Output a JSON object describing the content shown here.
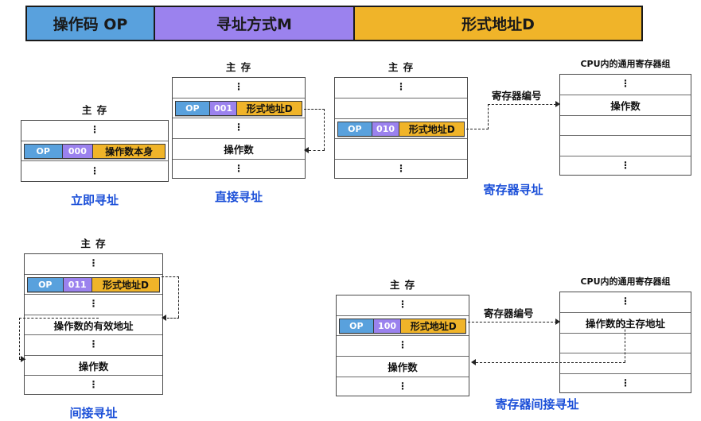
{
  "format_bar": {
    "segments": [
      {
        "key": "op",
        "label": "操作码 OP",
        "color": "#59a1dd"
      },
      {
        "key": "m",
        "label": "寻址方式M",
        "color": "#9b82ee"
      },
      {
        "key": "d",
        "label": "形式地址D",
        "color": "#f0b429"
      }
    ]
  },
  "labels": {
    "main_memory": "主 存",
    "register_file": "CPU内的通用寄存器组",
    "register_number": "寄存器编号",
    "vdots": "⋮"
  },
  "diagrams": {
    "immediate": {
      "caption": "立即寻址",
      "memory_title": "主 存",
      "rows": [
        "⋮",
        "instruction",
        "⋮"
      ],
      "instruction": {
        "op": "OP",
        "mode": "000",
        "addr": "操作数本身"
      }
    },
    "direct": {
      "caption": "直接寻址",
      "memory_title": "主 存",
      "rows": [
        "⋮",
        "instruction",
        "⋮",
        "操作数",
        "⋮"
      ],
      "instruction": {
        "op": "OP",
        "mode": "001",
        "addr": "形式地址D"
      },
      "operand_label": "操作数"
    },
    "register": {
      "caption": "寄存器寻址",
      "memory_title": "主 存",
      "register_title": "CPU内的通用寄存器组",
      "edge_label": "寄存器编号",
      "memory_rows": [
        "⋮",
        "",
        "instruction",
        "",
        "⋮"
      ],
      "register_rows": [
        "⋮",
        "操作数",
        "",
        "",
        "⋮"
      ],
      "instruction": {
        "op": "OP",
        "mode": "010",
        "addr": "形式地址D"
      },
      "operand_label": "操作数"
    },
    "indirect": {
      "caption": "间接寻址",
      "memory_title": "主 存",
      "rows": [
        "⋮",
        "instruction",
        "⋮",
        "操作数的有效地址",
        "⋮",
        "操作数",
        "⋮"
      ],
      "instruction": {
        "op": "OP",
        "mode": "011",
        "addr": "形式地址D"
      },
      "effective_address_label": "操作数的有效地址",
      "operand_label": "操作数"
    },
    "register_indirect": {
      "caption": "寄存器间接寻址",
      "memory_title": "主 存",
      "register_title": "CPU内的通用寄存器组",
      "edge_label": "寄存器编号",
      "memory_rows": [
        "⋮",
        "instruction",
        "⋮",
        "操作数",
        "⋮"
      ],
      "register_rows": [
        "⋮",
        "操作数的主存地址",
        "",
        "",
        "⋮"
      ],
      "instruction": {
        "op": "OP",
        "mode": "100",
        "addr": "形式地址D"
      },
      "operand_label": "操作数",
      "register_operand_label": "操作数的主存地址"
    }
  }
}
